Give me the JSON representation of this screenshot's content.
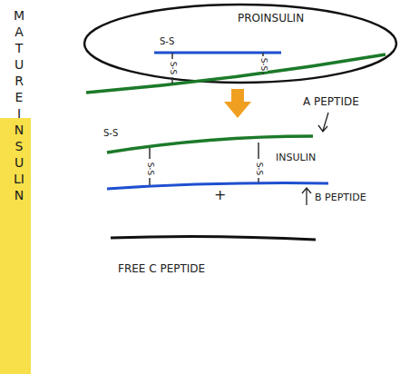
{
  "diagram": {
    "labels": [
      "MATURE INSULIN",
      "PROINSULIN",
      "S-S",
      "S-S",
      "S-S",
      "A PEPTIDE",
      "S-S",
      "S-S",
      "S-S",
      "INSULIN",
      "+",
      "B PEPTIDE",
      "FREE C PEPTIDE"
    ]
  }
}
